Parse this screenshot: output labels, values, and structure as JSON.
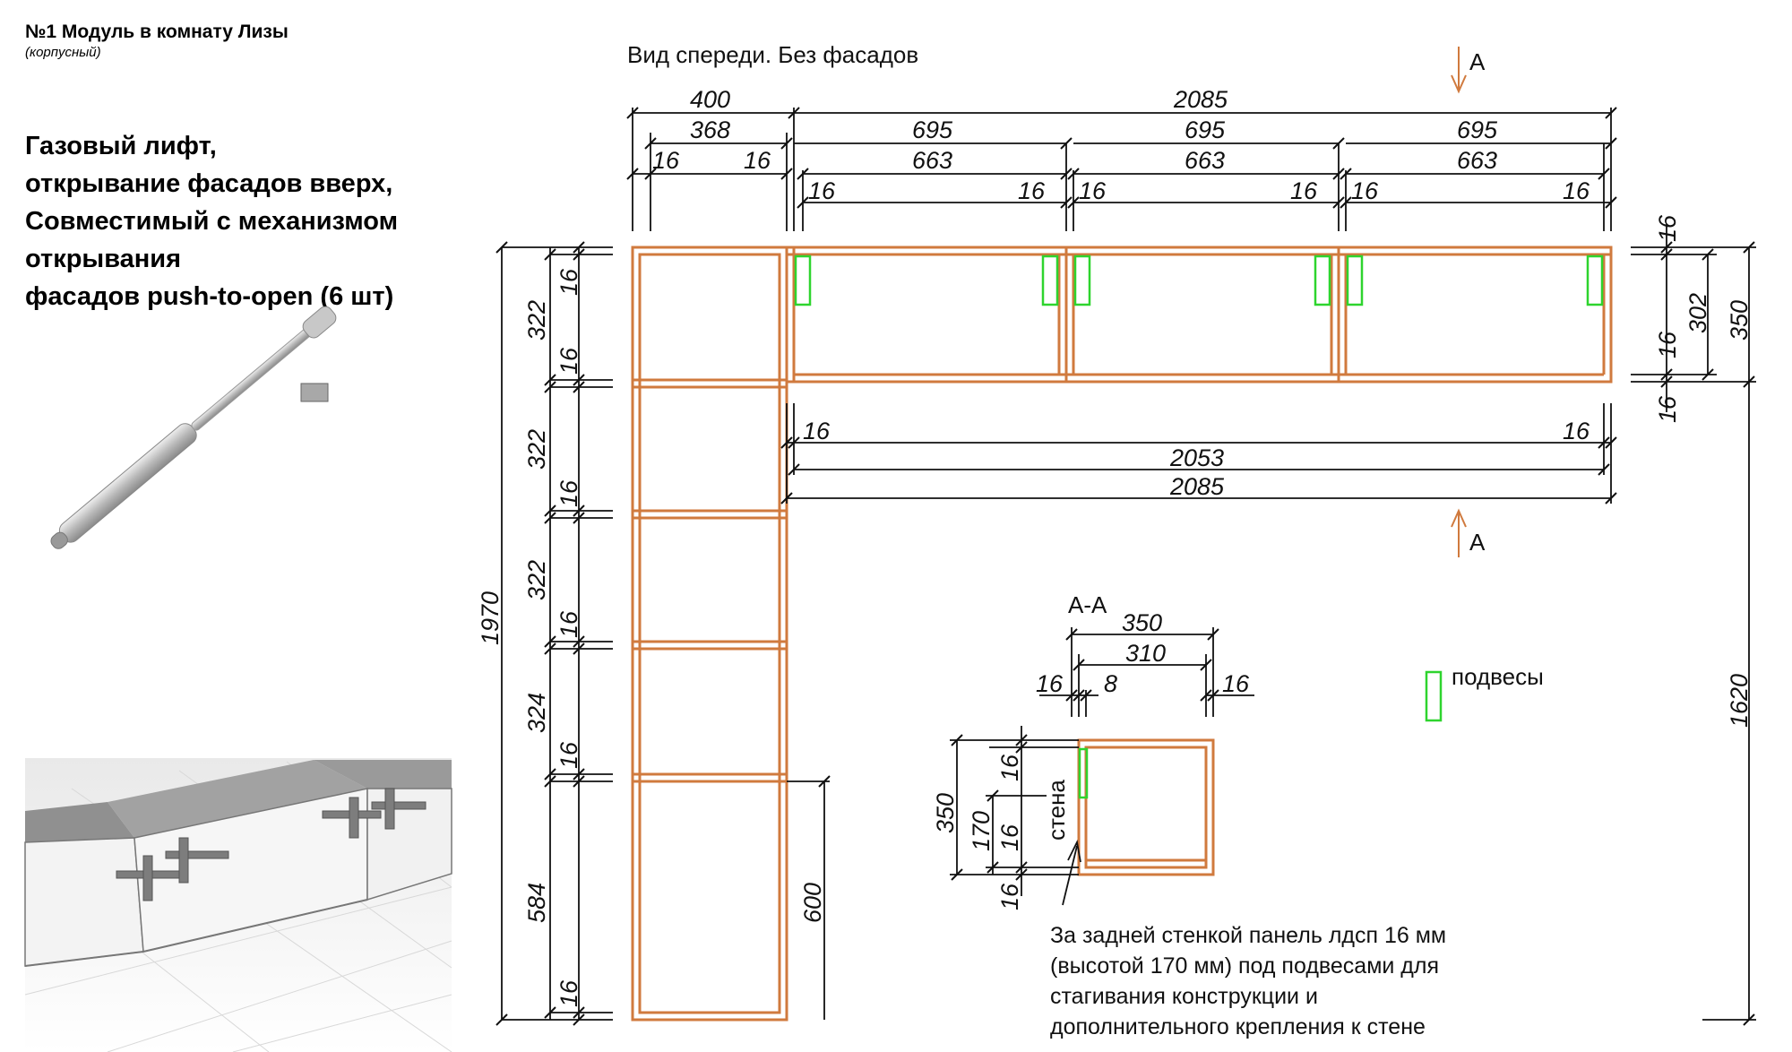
{
  "header": {
    "title": "№1 Модуль в комнату Лизы",
    "subtitle": "(корпусный)"
  },
  "features": [
    "Газовый лифт,",
    "открывание фасадов вверх,",
    "Совместимый с механизмом",
    "открывания",
    "фасадов push-to-open (6 шт)"
  ],
  "drawing": {
    "view_title": "Вид спереди. Без фасадов",
    "section_marker": "А",
    "section_title": "А-А",
    "hangers_label": "подвесы",
    "wall_label": "стена",
    "note_lines": [
      "За задней стенкой панель лдсп 16 мм",
      "(высотой 170 мм) под подвесами для",
      "стагивания конструкции и",
      "дополнительного крепления к стене"
    ],
    "dims": {
      "d400": "400",
      "d368": "368",
      "d2085": "2085",
      "d695": "695",
      "d663": "663",
      "d16": "16",
      "d1970": "1970",
      "d322": "322",
      "d324": "324",
      "d584": "584",
      "d600": "600",
      "d2053": "2053",
      "d302": "302",
      "d350": "350",
      "d1620": "1620",
      "d310": "310",
      "d8": "8",
      "d170": "170"
    }
  },
  "colors": {
    "cabinet_outline": "#d07a3e",
    "hanger": "#2ed42e",
    "dimension": "#111111"
  },
  "icons": [
    "gas-lift-icon",
    "cabinet-render-image"
  ]
}
